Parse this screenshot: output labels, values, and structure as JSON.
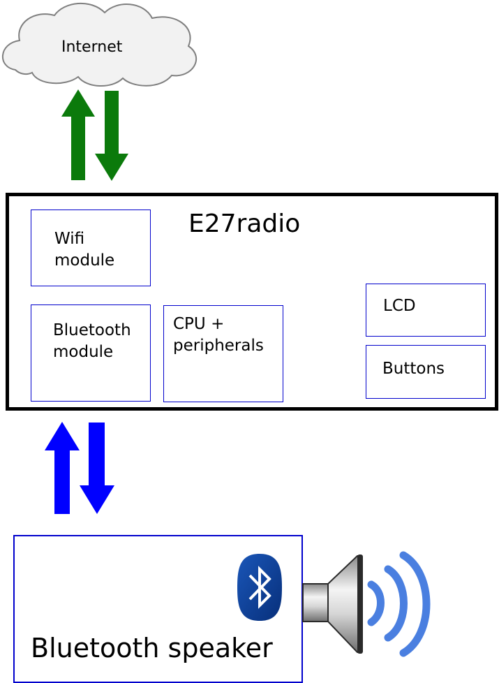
{
  "cloud": {
    "label": "Internet",
    "fill": "#f2f2f2",
    "stroke": "#7f7f7f"
  },
  "internet_link": {
    "color": "#0b7a0b",
    "direction": "bidirectional"
  },
  "radio": {
    "title": "E27radio",
    "modules": {
      "wifi": [
        "Wifi",
        "module"
      ],
      "bluetooth": [
        "Bluetooth",
        "module"
      ],
      "cpu": [
        "CPU +",
        "peripherals"
      ],
      "lcd": "LCD",
      "buttons": "Buttons"
    },
    "border_color": "#000000",
    "module_border_color": "#0000cc"
  },
  "bluetooth_link": {
    "color": "#0000ff",
    "direction": "bidirectional"
  },
  "speaker": {
    "label": "Bluetooth speaker",
    "border_color": "#0000cc",
    "icons": [
      "bluetooth-icon",
      "speaker-icon",
      "sound-waves-icon"
    ],
    "bluetooth_badge_color": "#0a3d91",
    "wave_color": "#4a7fe0"
  }
}
